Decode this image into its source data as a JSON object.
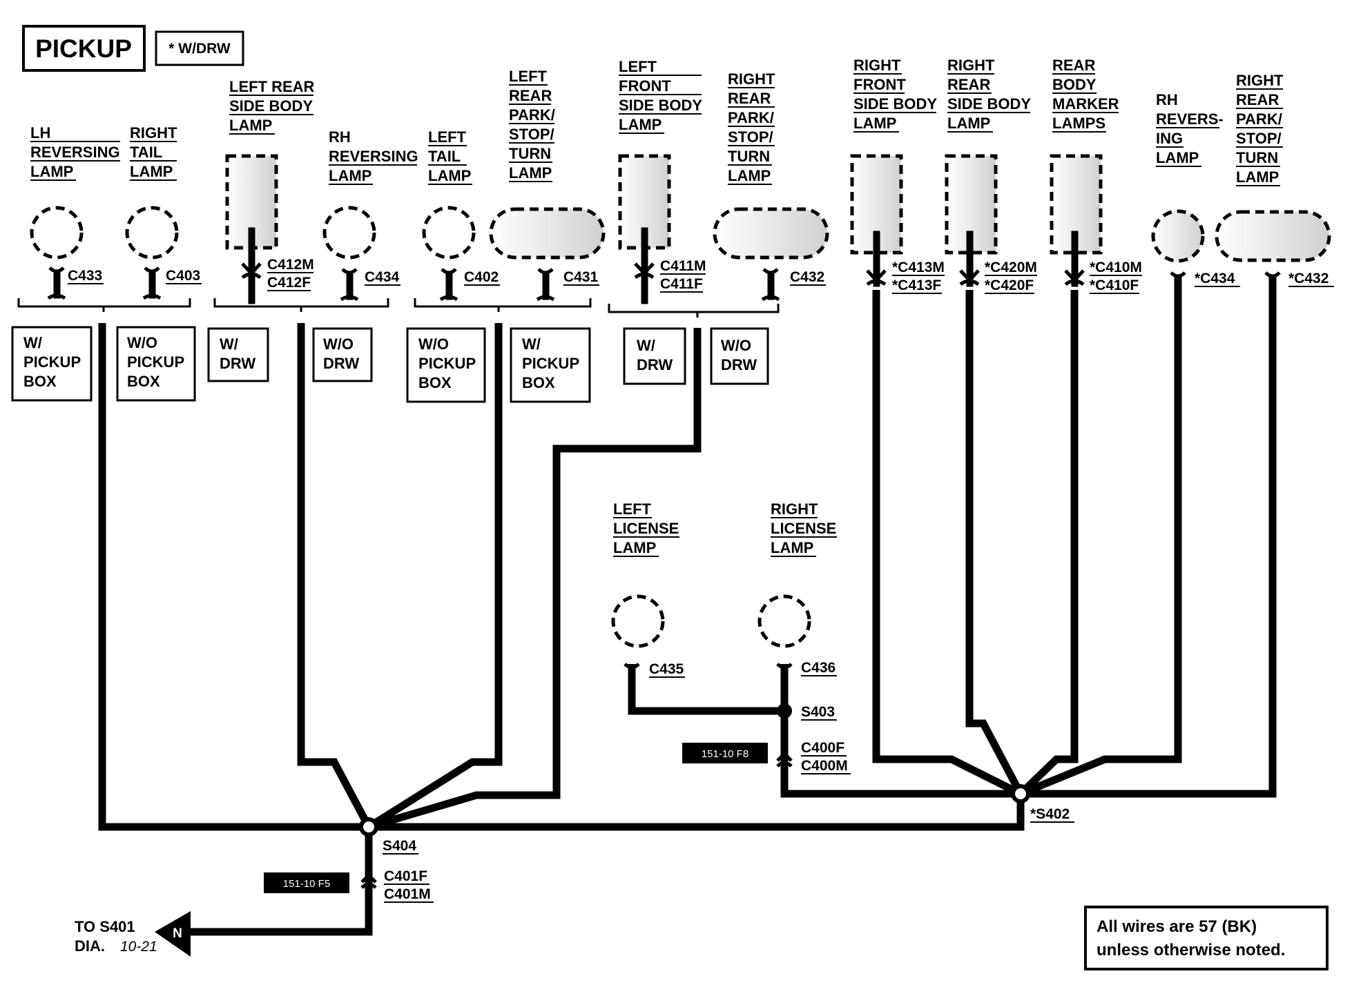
{
  "title": "PICKUP",
  "title_note": "* W/DRW",
  "components": {
    "lh_reversing_lamp": [
      "LH",
      "REVERSING",
      "LAMP"
    ],
    "right_tail_lamp": [
      "RIGHT",
      "TAIL",
      "LAMP"
    ],
    "left_rear_side_body_lamp": [
      "LEFT REAR",
      "SIDE BODY",
      "LAMP"
    ],
    "rh_reversing_lamp": [
      "RH",
      "REVERSING",
      "LAMP"
    ],
    "left_tail_lamp": [
      "LEFT",
      "TAIL",
      "LAMP"
    ],
    "left_rear_park_stop_turn_lamp": [
      "LEFT",
      "REAR",
      "PARK/",
      "STOP/",
      "TURN",
      "LAMP"
    ],
    "left_front_side_body_lamp": [
      "LEFT",
      "FRONT",
      "SIDE BODY",
      "LAMP"
    ],
    "right_rear_park_stop_turn_lamp": [
      "RIGHT",
      "REAR",
      "PARK/",
      "STOP/",
      "TURN",
      "LAMP"
    ],
    "right_front_side_body_lamp": [
      "RIGHT",
      "FRONT",
      "SIDE BODY",
      "LAMP"
    ],
    "right_rear_side_body_lamp": [
      "RIGHT",
      "REAR",
      "SIDE BODY",
      "LAMP"
    ],
    "rear_body_marker_lamps": [
      "REAR",
      "BODY",
      "MARKER",
      "LAMPS"
    ],
    "rh_reversing_lamp_drw": [
      "RH",
      "REVERS-",
      "ING",
      "LAMP"
    ],
    "right_rear_park_stop_turn_lamp_drw": [
      "RIGHT",
      "REAR",
      "PARK/",
      "STOP/",
      "TURN",
      "LAMP"
    ],
    "left_license_lamp": [
      "LEFT",
      "LICENSE",
      "LAMP"
    ],
    "right_license_lamp": [
      "RIGHT",
      "LICENSE",
      "LAMP"
    ]
  },
  "connectors": {
    "c433": "C433",
    "c403": "C403",
    "c412m": "C412M",
    "c412f": "C412F",
    "c434": "C434",
    "c402": "C402",
    "c431": "C431",
    "c411m": "C411M",
    "c411f": "C411F",
    "c432": "C432",
    "c413m": "*C413M",
    "c413f": "*C413F",
    "c420m": "*C420M",
    "c420f": "*C420F",
    "c410m": "*C410M",
    "c410f": "*C410F",
    "c434_drw": "*C434",
    "c432_drw": "*C432",
    "c435": "C435",
    "c436": "C436",
    "c400f": "C400F",
    "c400m": "C400M",
    "c401f": "C401F",
    "c401m": "C401M"
  },
  "splices": {
    "s404": "S404",
    "s403": "S403",
    "s402": "*S402"
  },
  "option_boxes": {
    "w_pickup_box_1": [
      "W/",
      "PICKUP",
      "BOX"
    ],
    "wo_pickup_box_1": [
      "W/O",
      "PICKUP",
      "BOX"
    ],
    "w_drw_1": [
      "W/",
      "DRW"
    ],
    "wo_drw_1": [
      "W/O",
      "DRW"
    ],
    "wo_pickup_box_2": [
      "W/O",
      "PICKUP",
      "BOX"
    ],
    "w_pickup_box_2": [
      "W/",
      "PICKUP",
      "BOX"
    ],
    "w_drw_2": [
      "W/",
      "DRW"
    ],
    "wo_drw_2": [
      "W/O",
      "DRW"
    ]
  },
  "locator_tags": {
    "tag_400": "151-10 F8",
    "tag_401": "151-10 F5"
  },
  "off_page": {
    "to_line1": "TO S401",
    "to_line2": "DIA.",
    "diagram_ref": "10-21",
    "ground_symbol": "N"
  },
  "note": [
    "All wires are 57 (BK)",
    "unless otherwise noted."
  ]
}
